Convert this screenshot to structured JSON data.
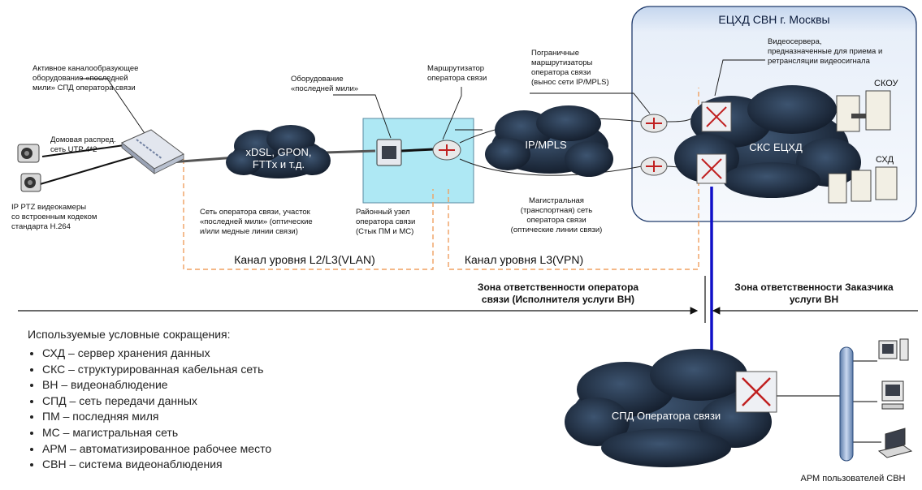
{
  "ecchd": {
    "title": "ЕЦХД СВН г. Москвы",
    "servers_label": [
      "Видеосервера,",
      "предназначенные для приема и",
      "ретрансляции видеосигнала"
    ],
    "skou_label": "СКОУ",
    "shd_label": "СХД",
    "cloud_label": "СКС ЕЦХД"
  },
  "labels": {
    "active_equipment": [
      "Активное каналообразующее",
      "оборудование «последней",
      "мили» СПД оператора связи"
    ],
    "home_network": [
      "Домовая распред.",
      "сеть UTP 4*2"
    ],
    "cameras": [
      "IP PTZ видеокамеры",
      "со встроенным кодеком",
      "стандарта H.264"
    ],
    "last_mile_equipment": [
      "Оборудование",
      "«последней мили»"
    ],
    "operator_router": [
      "Маршрутизатор",
      "оператора связи"
    ],
    "border_routers": [
      "Пограничные",
      "маршрутизаторы",
      "оператора связи",
      "(вынос сети IP/MPLS)"
    ],
    "last_mile_network": [
      "Сеть оператора связи, участок",
      "«последней мили» (оптические",
      "и/или медные линии связи)"
    ],
    "district_node": [
      "Районный узел",
      "оператора связи",
      "(Стык ПМ и МС)"
    ],
    "backbone": [
      "Магистральная",
      "(транспортная) сеть",
      "оператора связи",
      "(оптические линии связи)"
    ],
    "xdsl_cloud": [
      "xDSL, GPON,",
      "FTTx и т.д."
    ],
    "ipmpls_cloud": "IP/MPLS",
    "spd_cloud": "СПД Оператора связи",
    "workstations": "АРМ пользователей СВН"
  },
  "channels": {
    "l2": "Канал уровня L2/L3(VLAN)",
    "l3": "Канал уровня L3(VPN)"
  },
  "zones": {
    "operator": [
      "Зона ответственности оператора",
      "связи (Исполнителя услуги ВН)"
    ],
    "customer": [
      "Зона ответственности Заказчика",
      "услуги ВН"
    ]
  },
  "legend": {
    "title": "Используемые условные сокращения:",
    "items": [
      "СХД – сервер хранения данных",
      "СКС – структурированная кабельная сеть",
      "ВН – видеонаблюдение",
      "СПД – сеть передачи данных",
      "ПМ – последняя миля",
      "МС – магистральная сеть",
      "АРМ – автоматизированное рабочее место",
      "СВН – система видеонаблюдения"
    ]
  },
  "colors": {
    "cloud": "#1e2a3a",
    "panel": "#dce6f4",
    "district_box": "#aee8f4",
    "dashed": "#f0a060",
    "vertical_link": "#1010c8",
    "router_arrow": "#c02020"
  }
}
